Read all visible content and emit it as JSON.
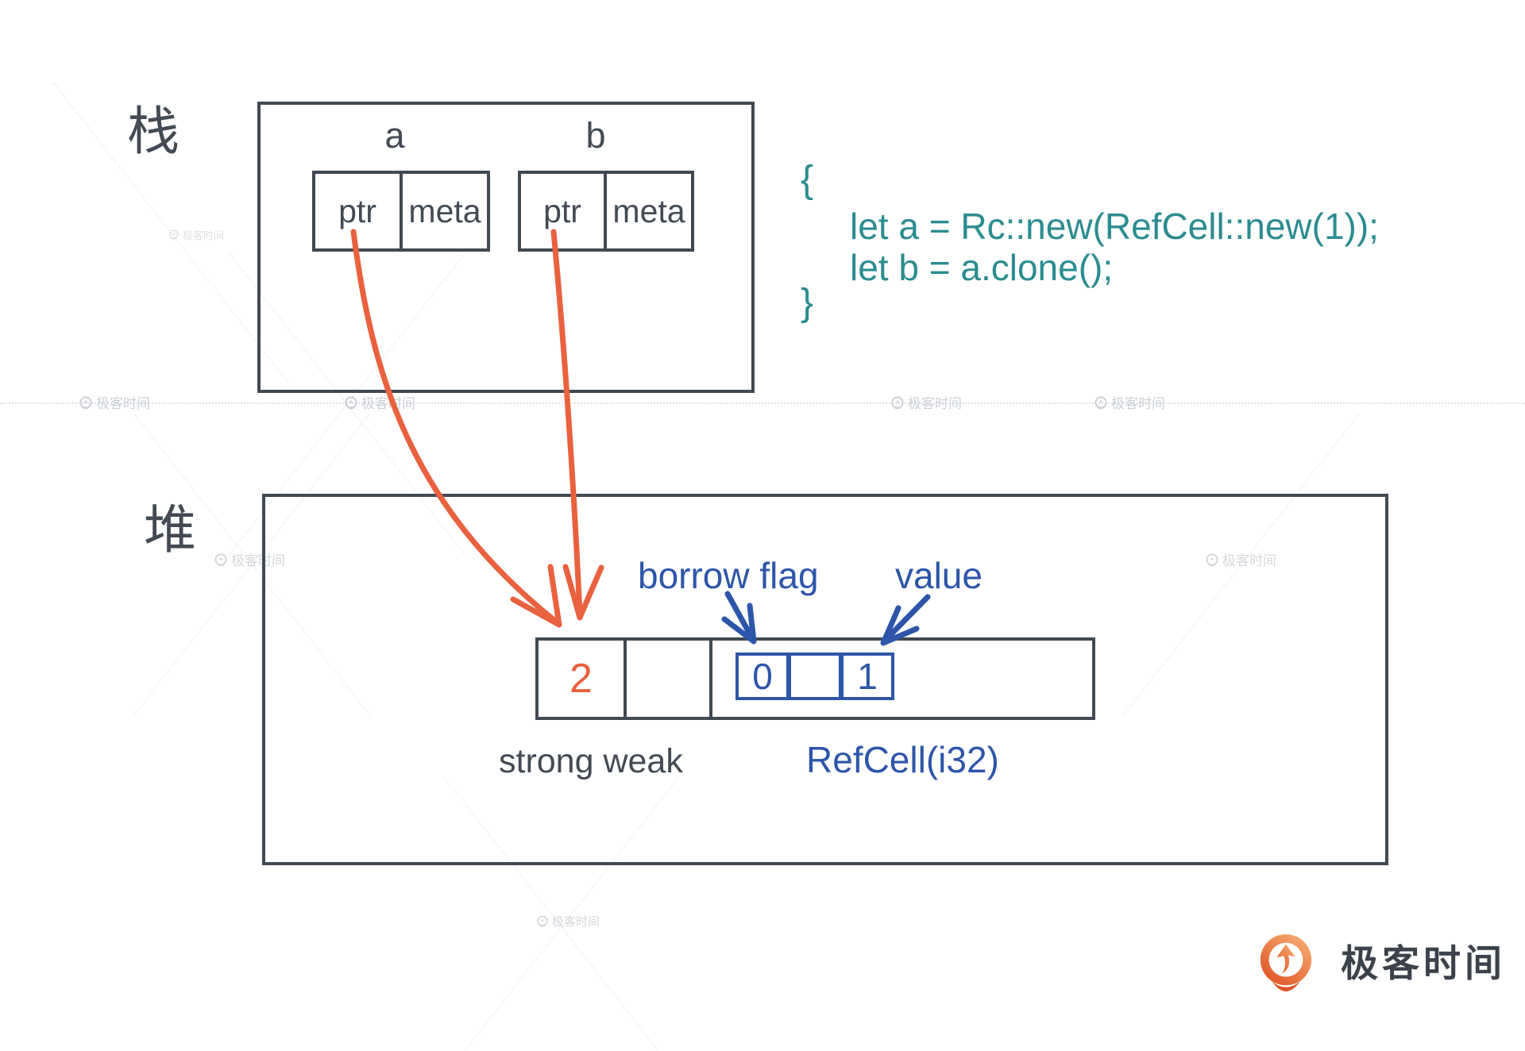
{
  "stack": {
    "label": "栈",
    "slots": [
      {
        "name": "a",
        "fields": [
          "ptr",
          "meta"
        ]
      },
      {
        "name": "b",
        "fields": [
          "ptr",
          "meta"
        ]
      }
    ]
  },
  "code": {
    "brace_open": "{",
    "line1": "let a = Rc::new(RefCell::new(1));",
    "line2": "let b = a.clone();",
    "brace_close": "}"
  },
  "heap": {
    "label": "堆",
    "strong_count": "2",
    "weak_count": "",
    "borrow_flag_value": "0",
    "middle_cell_value": "",
    "value_value": "1",
    "labels": {
      "borrow_flag": "borrow flag",
      "value": "value",
      "strong_weak": "strong weak",
      "refcell": "RefCell(i32)"
    }
  },
  "watermark": {
    "text": "极客时间"
  },
  "logo": {
    "text": "极客时间"
  },
  "colors": {
    "ink": "#434a54",
    "accent_orange": "#e9613f",
    "accent_blue": "#2d55a9",
    "code_teal": "#2b8c90",
    "watermark_gray": "#c9cdd3",
    "logo_orange_light": "#f6ab70",
    "logo_orange_dark": "#df5527"
  }
}
